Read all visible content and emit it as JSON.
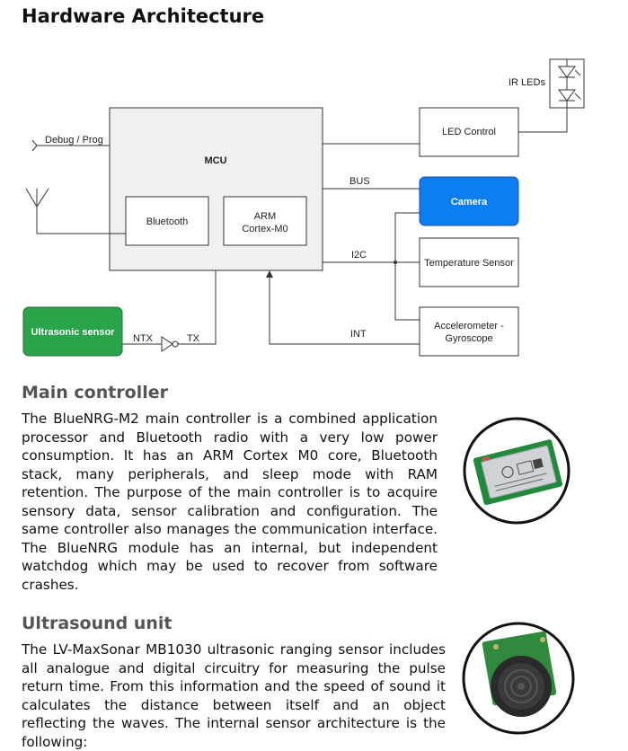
{
  "page_title": "Hardware Architecture",
  "diagram": {
    "mcu_label": "MCU",
    "bluetooth_label": "Bluetooth",
    "arm_label_line1": "ARM",
    "arm_label_line2": "Cortex-M0",
    "debug_label": "Debug / Prog",
    "ir_leds_label": "IR LEDs",
    "led_control_label": "LED Control",
    "bus_label": "BUS",
    "camera_label": "Camera",
    "i2c_label": "I2C",
    "temperature_label": "Temperature Sensor",
    "accel_label_line1": "Accelerometer -",
    "accel_label_line2": "Gyroscope",
    "int_label": "INT",
    "ultrasonic_label": "Ultrasonic sensor",
    "ntx_label": "NTX",
    "tx_label": "TX",
    "colors": {
      "mcu_fill": "#f0f0f0",
      "camera_fill": "#0a7ef0",
      "ultrasonic_fill": "#2aa44a"
    }
  },
  "main_controller": {
    "title": "Main controller",
    "text": "The BlueNRG-M2 main controller is a combined application processor and Bluetooth radio with a very low power consumption. It has an ARM Cortex M0 core, Bluetooth stack, many peripherals, and sleep mode with RAM retention. The purpose of the main controller is to acquire sensory data, sensor calibration and configuration. The same controller also manages the communication interface. The BlueNRG module has an internal, but independent watchdog which may be used to recover from software crashes."
  },
  "ultrasound_unit": {
    "title": "Ultrasound unit",
    "text": "The LV-MaxSonar MB1030 ultrasonic ranging sensor includes all analogue and digital circuitry for measuring the pulse return time. From this information and the speed of sound it calculates the distance between itself and an object reflecting the waves. The internal sensor architecture is the following:"
  }
}
